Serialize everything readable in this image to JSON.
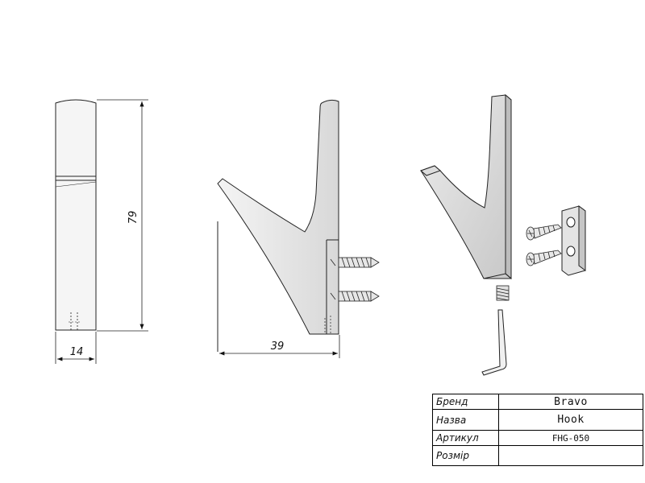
{
  "dimensions": {
    "height_label": "79",
    "width_label": "14",
    "depth_label": "39"
  },
  "title_block": {
    "rows": [
      {
        "label": "Бренд",
        "value": "Bravo"
      },
      {
        "label": "Назва",
        "value": "Hook"
      },
      {
        "label": "Артикул",
        "value": "FHG-050"
      },
      {
        "label": "Розмір",
        "value": ""
      }
    ]
  }
}
